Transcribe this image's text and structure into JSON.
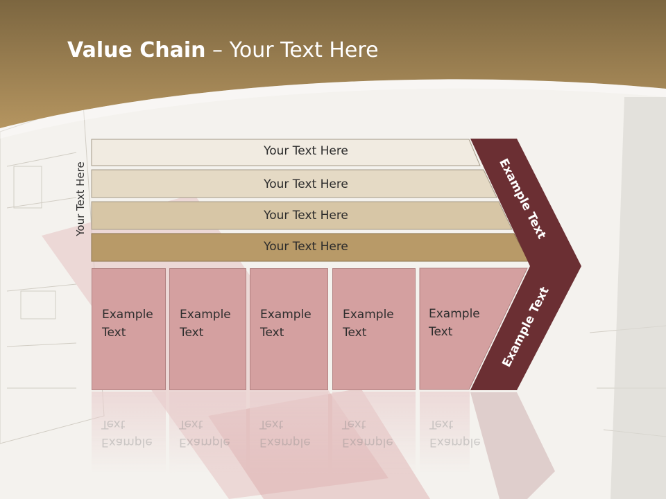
{
  "title": {
    "bold": "Value Chain",
    "rest": " – Your Text Here"
  },
  "side_label": "Your Text Here",
  "rows": [
    "Your Text Here",
    "Your Text Here",
    "Your Text Here",
    "Your Text Here"
  ],
  "boxes": [
    {
      "line1": "Example",
      "line2": "Text"
    },
    {
      "line1": "Example",
      "line2": "Text"
    },
    {
      "line1": "Example",
      "line2": "Text"
    },
    {
      "line1": "Example",
      "line2": "Text"
    },
    {
      "line1": "Example",
      "line2": "Text"
    }
  ],
  "chevron_labels": {
    "upper": "Example Text",
    "lower": "Example Text"
  },
  "colors": {
    "header": "#a88a58",
    "row1": "#f1ebe1",
    "row2": "#e5dac5",
    "row3": "#d7c6a6",
    "row4": "#b89a68",
    "box": "#d4a0a0",
    "chevron": "#6b2f33"
  }
}
